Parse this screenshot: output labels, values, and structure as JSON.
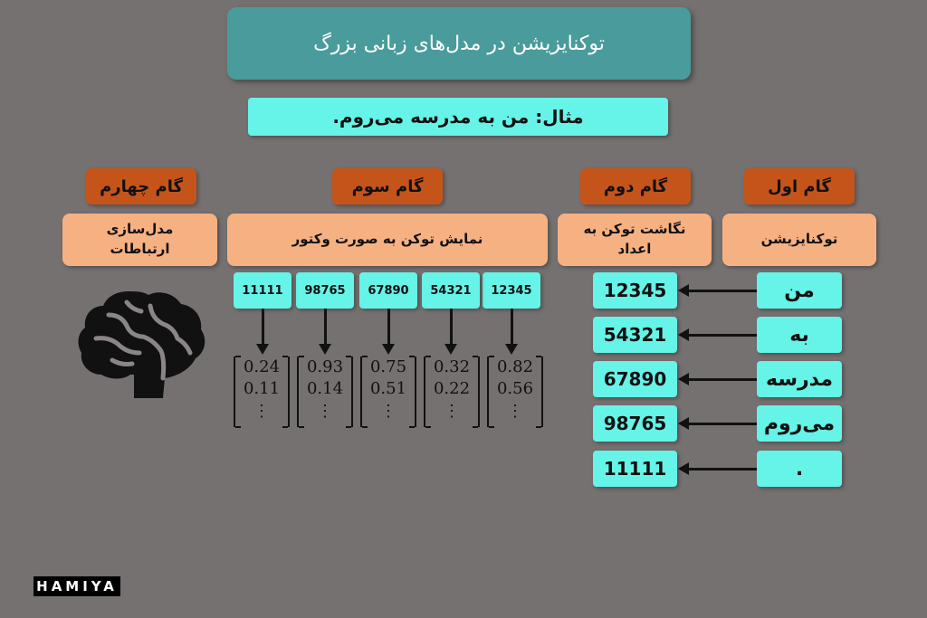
{
  "title": "توکنایزیشن در مدل‌های زبانی بزرگ",
  "example": "مثال: من به مدرسه می‌روم.",
  "steps": [
    {
      "label": "گام اول",
      "desc": "توکنایزیشن"
    },
    {
      "label": "گام دوم",
      "desc_line1": "نگاشت توکن به",
      "desc_line2": "اعداد"
    },
    {
      "label": "گام سوم",
      "desc": "نمایش توکن به صورت وکتور"
    },
    {
      "label": "گام چهارم",
      "desc_line1": "مدل‌سازی",
      "desc_line2": "ارتباطات"
    }
  ],
  "tokens": [
    {
      "word": "من",
      "id": "12345"
    },
    {
      "word": "به",
      "id": "54321"
    },
    {
      "word": "مدرسه",
      "id": "67890"
    },
    {
      "word": "می‌روم",
      "id": "98765"
    },
    {
      "word": ".",
      "id": "11111"
    }
  ],
  "vectors": [
    {
      "id": "12345",
      "v1": "0.82",
      "v2": "0.56",
      "v3": "⋮"
    },
    {
      "id": "54321",
      "v1": "0.32",
      "v2": "0.22",
      "v3": "⋮"
    },
    {
      "id": "67890",
      "v1": "0.75",
      "v2": "0.51",
      "v3": "⋮"
    },
    {
      "id": "98765",
      "v1": "0.93",
      "v2": "0.14",
      "v3": "⋮"
    },
    {
      "id": "11111",
      "v1": "0.24",
      "v2": "0.11",
      "v3": "⋮"
    }
  ],
  "icons": {
    "brain": "brain-icon"
  },
  "logo": "HAMIYA",
  "colors": {
    "background": "#757171",
    "title_box": "#4a9b9b",
    "token_box": "#66f3e8",
    "step_box": "#c5541b",
    "desc_box": "#f6b183"
  }
}
